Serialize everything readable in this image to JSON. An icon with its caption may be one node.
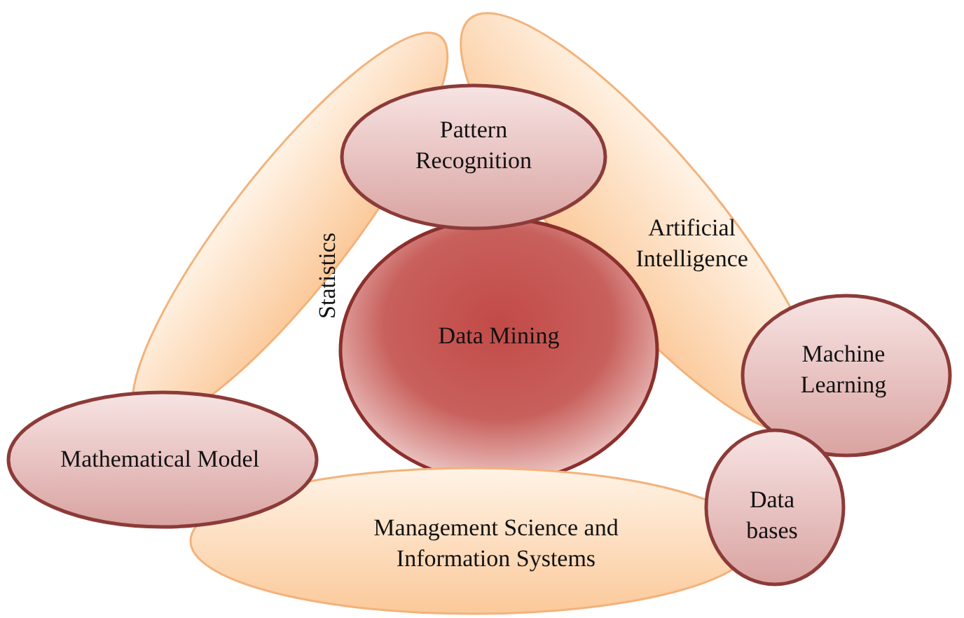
{
  "diagram": {
    "nodes": [
      {
        "text": [
          "Statistics"
        ]
      },
      {
        "text": [
          "Artificial Intelligence"
        ]
      },
      {
        "text": [
          "Data Mining"
        ]
      },
      {
        "text": [
          "Management Science and Information Systems"
        ]
      },
      {
        "text": [
          "Pattern Recognition"
        ]
      },
      {
        "text": [
          "Machine Learning"
        ]
      },
      {
        "text": [
          "Mathematical Model"
        ]
      },
      {
        "text": [
          "Data bases"
        ]
      }
    ]
  }
}
